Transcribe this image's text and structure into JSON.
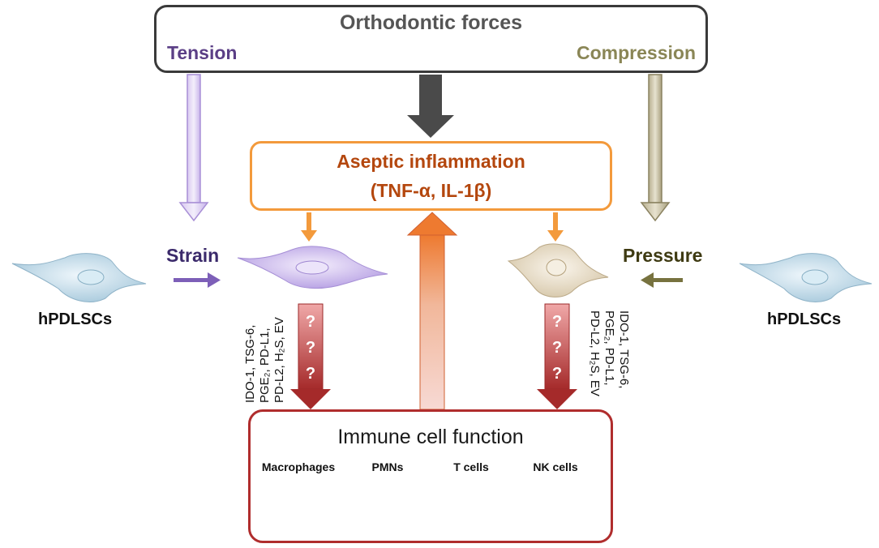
{
  "top": {
    "title": "Orthodontic forces",
    "left_label": "Tension",
    "right_label": "Compression"
  },
  "inflammation": {
    "line1": "Aseptic inflammation",
    "line2": "(TNF-α, IL-1β)"
  },
  "left": {
    "stimulus": "Strain",
    "cell_label": "hPDLSCs",
    "molecules": [
      "IDO-1, TSG-6,",
      "PGE₂, PD-L1,",
      "PD-L2, H₂S, EV"
    ]
  },
  "right": {
    "stimulus": "Pressure",
    "cell_label": "hPDLSCs",
    "molecules": [
      "IDO-1, TSG-6,",
      "PGE₂, PD-L1,",
      "PD-L2, H₂S, EV"
    ]
  },
  "question_marks": [
    "?",
    "?",
    "?"
  ],
  "immune": {
    "title": "Immune cell function",
    "cells": [
      "Macrophages",
      "PMNs",
      "T cells",
      "NK cells"
    ]
  },
  "colors": {
    "tension": "#5b3f86",
    "compression": "#8a8656",
    "inflammation": "#f39a3c",
    "immune_border": "#b02d2d",
    "center_arrow": "#444444"
  }
}
